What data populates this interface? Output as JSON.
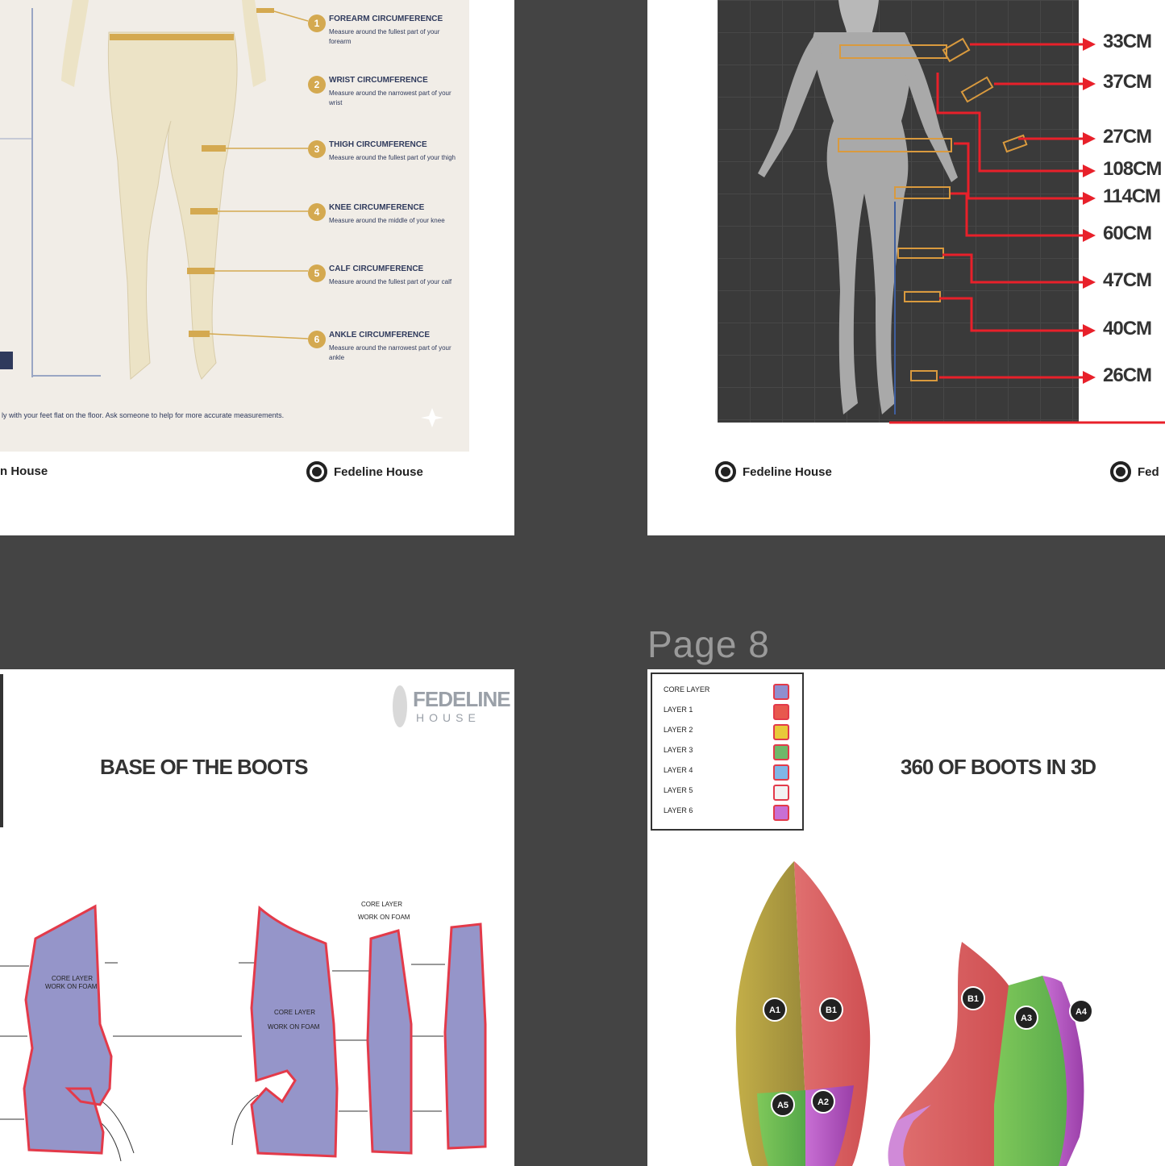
{
  "viewer": {
    "page_label": "Page 8"
  },
  "top_left_page": {
    "measurements": [
      {
        "num": "1",
        "title": "FOREARM CIRCUMFERENCE",
        "desc": "Measure around the fullest part of your forearm"
      },
      {
        "num": "2",
        "title": "WRIST CIRCUMFERENCE",
        "desc": "Measure around the narrowest part of your wrist"
      },
      {
        "num": "3",
        "title": "THIGH CIRCUMFERENCE",
        "desc": "Measure around the fullest part of your thigh"
      },
      {
        "num": "4",
        "title": "KNEE CIRCUMFERENCE",
        "desc": "Measure around the middle of your knee"
      },
      {
        "num": "5",
        "title": "CALF CIRCUMFERENCE",
        "desc": "Measure around the fullest part of your calf"
      },
      {
        "num": "6",
        "title": "ANKLE CIRCUMFERENCE",
        "desc": "Measure around the narrowest part of your ankle"
      }
    ],
    "note": "ly with your feet flat on the floor. Ask someone to help for more accurate measurements.",
    "footer_left": "n House",
    "footer_right": "Fedeline House"
  },
  "top_right_page": {
    "measurements_cm": [
      "33CM",
      "37CM",
      "27CM",
      "108CM",
      "114CM",
      "60CM",
      "47CM",
      "40CM",
      "26CM"
    ],
    "footer_left": "Fedeline House",
    "footer_right": "Fed"
  },
  "bottom_left_page": {
    "logo_top": "FEDELINE",
    "logo_bottom": "HOUSE",
    "title": "BASE OF THE BOOTS",
    "piece_labels": [
      "CORE LAYER",
      "WORK ON FOAM",
      "CORE LAYER",
      "WORK ON FOAM",
      "CORE LAYER",
      "WORK ON FOAM"
    ]
  },
  "bottom_right_page": {
    "title": "360 OF BOOTS IN 3D",
    "legend": [
      {
        "label": "CORE LAYER",
        "color": "#8f8fcf"
      },
      {
        "label": "LAYER 1",
        "color": "#e8584e"
      },
      {
        "label": "LAYER 2",
        "color": "#e8c93a"
      },
      {
        "label": "LAYER 3",
        "color": "#6fb86a"
      },
      {
        "label": "LAYER 4",
        "color": "#7fb6e6"
      },
      {
        "label": "LAYER 5",
        "color": "#f2f2f2"
      },
      {
        "label": "LAYER 6",
        "color": "#c86fd4"
      }
    ],
    "tags": [
      "A1",
      "B1",
      "A5",
      "A2",
      "B1",
      "A3",
      "A4"
    ]
  },
  "colors": {
    "viewer_bg": "#444444",
    "tape": "#d4a950",
    "arrow_red": "#e8202a",
    "piece_fill": "#9595c9"
  }
}
